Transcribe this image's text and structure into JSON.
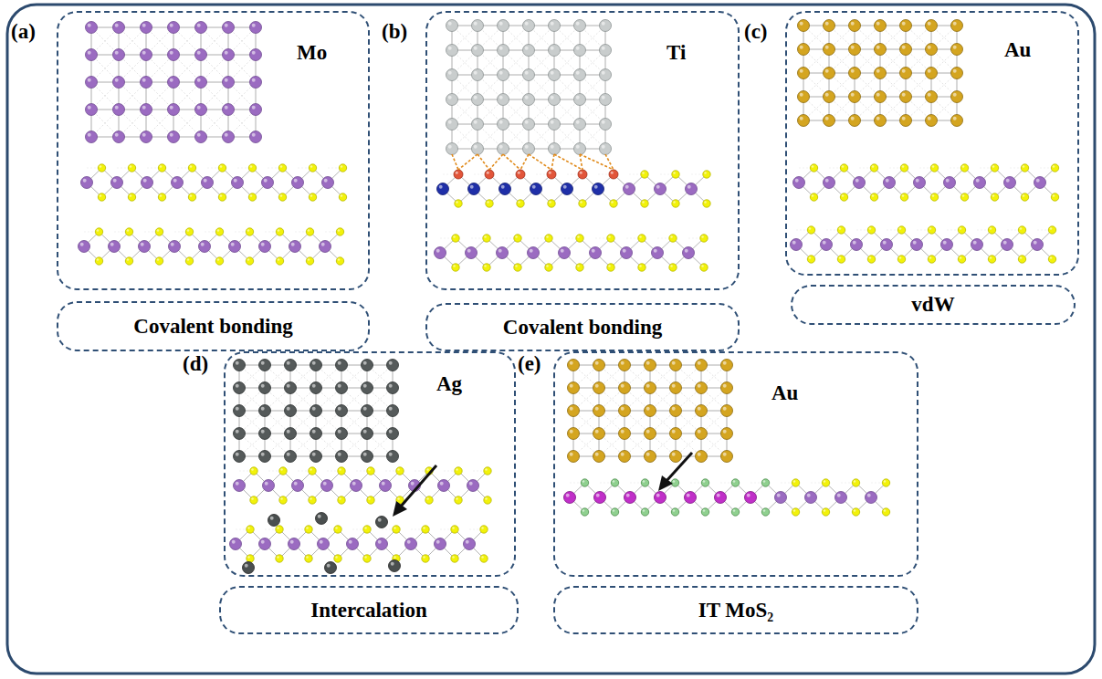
{
  "diagram": {
    "nodes": [
      {
        "text": [
          "Mo"
        ]
      },
      {
        "text": [
          "Covalent bonding"
        ]
      },
      {
        "text": [
          "Ti"
        ]
      },
      {
        "text": [
          "Covalent bonding"
        ]
      },
      {
        "text": [
          "Au"
        ]
      },
      {
        "text": [
          "vdW"
        ]
      },
      {
        "text": [
          "Ag"
        ]
      },
      {
        "text": [
          "Intercalation"
        ]
      },
      {
        "text": [
          "Au"
        ]
      },
      {
        "text": [
          "IT MoS₂"
        ]
      }
    ],
    "labels": [
      "(a)",
      "(b)",
      "(c)",
      "(d)",
      "(e)"
    ]
  }
}
